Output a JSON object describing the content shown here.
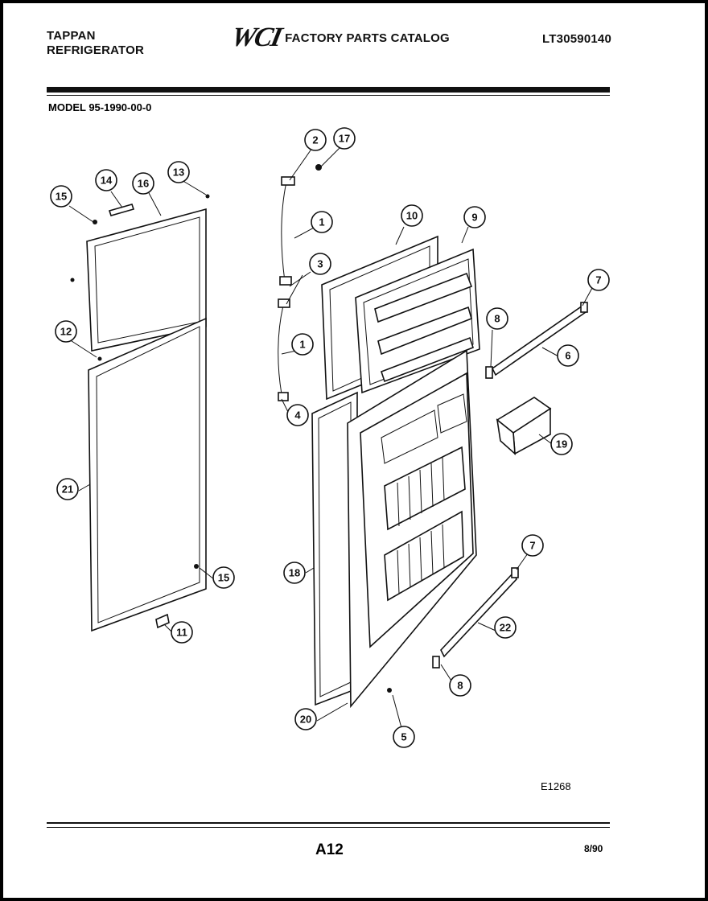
{
  "header": {
    "brand_line1": "TAPPAN",
    "brand_line2": "REFRIGERATOR",
    "logo": "WCI",
    "catalog_title": "FACTORY PARTS CATALOG",
    "doc_id": "LT30590140"
  },
  "model_label": "MODEL 95-1990-00-0",
  "figure_code": "E1268",
  "footer": {
    "page": "A12",
    "date": "8/90"
  },
  "callouts": [
    {
      "id": "c-2",
      "label": "2"
    },
    {
      "id": "c-17",
      "label": "17"
    },
    {
      "id": "c-14",
      "label": "14"
    },
    {
      "id": "c-16",
      "label": "16"
    },
    {
      "id": "c-13",
      "label": "13"
    },
    {
      "id": "c-15a",
      "label": "15"
    },
    {
      "id": "c-1a",
      "label": "1"
    },
    {
      "id": "c-10",
      "label": "10"
    },
    {
      "id": "c-9",
      "label": "9"
    },
    {
      "id": "c-3",
      "label": "3"
    },
    {
      "id": "c-7a",
      "label": "7"
    },
    {
      "id": "c-12",
      "label": "12"
    },
    {
      "id": "c-8a",
      "label": "8"
    },
    {
      "id": "c-1b",
      "label": "1"
    },
    {
      "id": "c-6",
      "label": "6"
    },
    {
      "id": "c-4",
      "label": "4"
    },
    {
      "id": "c-19",
      "label": "19"
    },
    {
      "id": "c-21",
      "label": "21"
    },
    {
      "id": "c-7b",
      "label": "7"
    },
    {
      "id": "c-18",
      "label": "18"
    },
    {
      "id": "c-15b",
      "label": "15"
    },
    {
      "id": "c-22",
      "label": "22"
    },
    {
      "id": "c-11",
      "label": "11"
    },
    {
      "id": "c-8b",
      "label": "8"
    },
    {
      "id": "c-20",
      "label": "20"
    },
    {
      "id": "c-5",
      "label": "5"
    }
  ]
}
